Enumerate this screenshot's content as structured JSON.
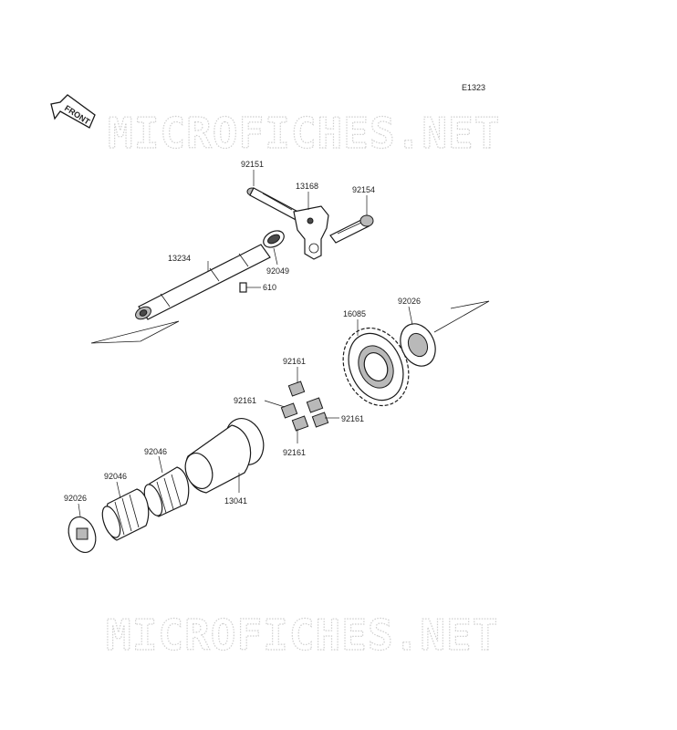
{
  "diagram": {
    "code": "E1323",
    "front_label": "FRONT",
    "watermark_top": "MICROFICHES.NET",
    "watermark_bottom": "MICROFICHES.NET"
  },
  "parts": {
    "p92151": "92151",
    "p13168": "13168",
    "p92154": "92154",
    "p13234": "13234",
    "p92049": "92049",
    "p610": "610",
    "p16085": "16085",
    "p92026_right": "92026",
    "p92161_top": "92161",
    "p92161_left": "92161",
    "p92161_right": "92161",
    "p92161_bottom": "92161",
    "p92046_upper": "92046",
    "p92046_lower": "92046",
    "p13041": "13041",
    "p92026_left": "92026"
  }
}
